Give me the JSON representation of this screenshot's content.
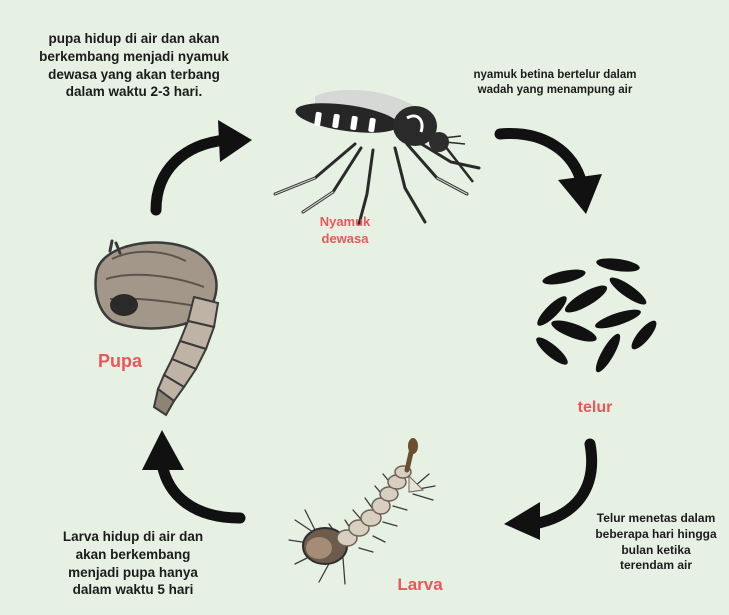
{
  "colors": {
    "background": "#e6f1e4",
    "stage_label": "#e8575a",
    "arrow": "#111111"
  },
  "stages": {
    "adult": {
      "label": "Nyamuk\ndewasa",
      "description": "nyamuk betina bertelur dalam\nwadah yang menampung air",
      "icon": "mosquito-icon"
    },
    "egg": {
      "label": "telur",
      "description": "Telur menetas dalam\nbeberapa hari hingga\nbulan ketika\nterendam air",
      "icon": "eggs-icon"
    },
    "larva": {
      "label": "Larva",
      "description": "Larva hidup di air dan\nakan berkembang\nmenjadi pupa hanya\ndalam waktu 5 hari",
      "icon": "larva-icon"
    },
    "pupa": {
      "label": "Pupa",
      "description": "pupa hidup di air dan akan\nberkembang menjadi nyamuk\ndewasa yang akan terbang\ndalam waktu 2-3 hari.",
      "icon": "pupa-icon"
    }
  },
  "cycle_order": [
    "adult",
    "egg",
    "larva",
    "pupa"
  ]
}
